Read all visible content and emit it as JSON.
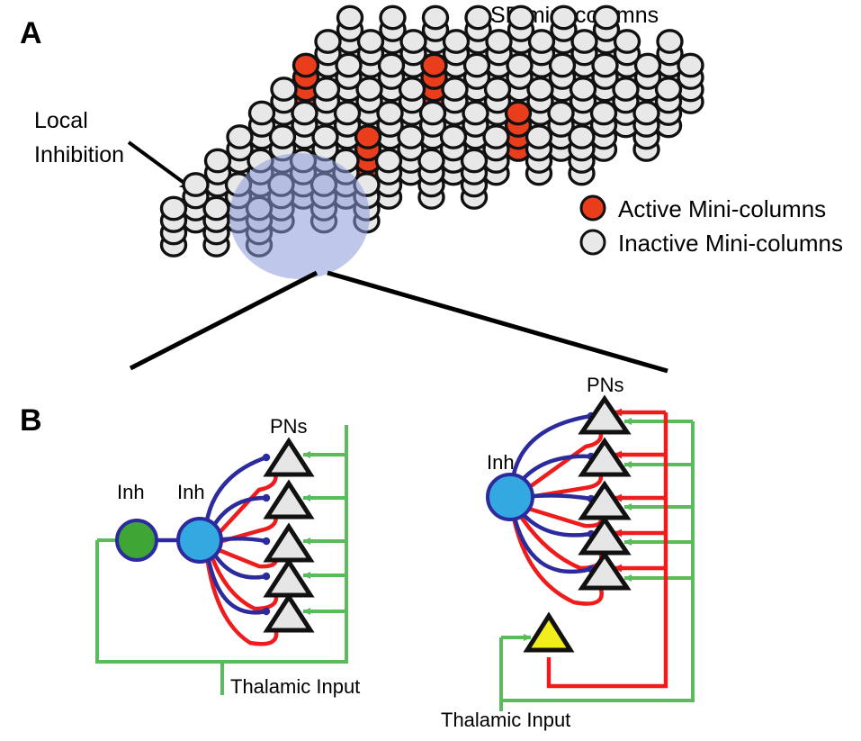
{
  "figure": {
    "panels": [
      {
        "id": "A",
        "label": "A",
        "title": "SP mini-columns"
      },
      {
        "id": "B",
        "label": "B"
      }
    ]
  },
  "panel_a": {
    "label": "A",
    "title": "SP mini-columns",
    "annotation": {
      "text_line1": "Local",
      "text_line2": "Inhibition",
      "arrow": "arrow-to-inhibition-zone"
    },
    "legend": {
      "items": [
        {
          "marker_color": "#ea3d1c",
          "label": "Active Mini-columns"
        },
        {
          "marker_color": "#e8e8e8",
          "label": "Inactive Mini-columns"
        }
      ]
    },
    "colors": {
      "active": "#ea3d1c",
      "inactive": "#e8e8e8",
      "outline": "#111111",
      "inhibition_zone": "#8b9ad8",
      "inhibition_zone_opacity": "0.55"
    },
    "minicolumn": {
      "discs_per_column": 4,
      "rows": 9,
      "note": "rhomboid array of stacked discs"
    },
    "active_columns": [
      {
        "row": 3,
        "col": 3
      },
      {
        "row": 4,
        "col": 6
      },
      {
        "row": 6,
        "col": 3
      },
      {
        "row": 6,
        "col": 0
      }
    ]
  },
  "panel_b": {
    "label": "B",
    "left_circuit": {
      "name": "two-stage-inhibition-circuit",
      "nodes": [
        {
          "id": "inh-outer",
          "label": "Inh",
          "shape": "circle",
          "color": "#3fa535"
        },
        {
          "id": "inh-inner",
          "label": "Inh",
          "shape": "circle",
          "color": "#34a8e0"
        }
      ],
      "pn_group_label": "PNs",
      "pn_count": 5,
      "pn_color": "#e6e6e6",
      "input_label": "Thalamic Input",
      "edge_colors": {
        "excitatory": "#59bb59",
        "inhibitory_blue": "#2b2b9e",
        "feedback_red": "#ee1c1c"
      }
    },
    "right_circuit": {
      "name": "single-stage-inhibition-circuit",
      "nodes": [
        {
          "id": "inh-single",
          "label": "Inh",
          "shape": "circle",
          "color": "#34a8e0"
        },
        {
          "id": "relay",
          "label": "",
          "shape": "triangle",
          "color": "#f2ed1c"
        }
      ],
      "pn_group_label": "PNs",
      "pn_count": 5,
      "pn_color": "#e6e6e6",
      "input_label": "Thalamic Input",
      "edge_colors": {
        "excitatory": "#59bb59",
        "inhibitory_blue": "#2b2b9e",
        "feedback_red": "#ee1c1c"
      }
    }
  }
}
